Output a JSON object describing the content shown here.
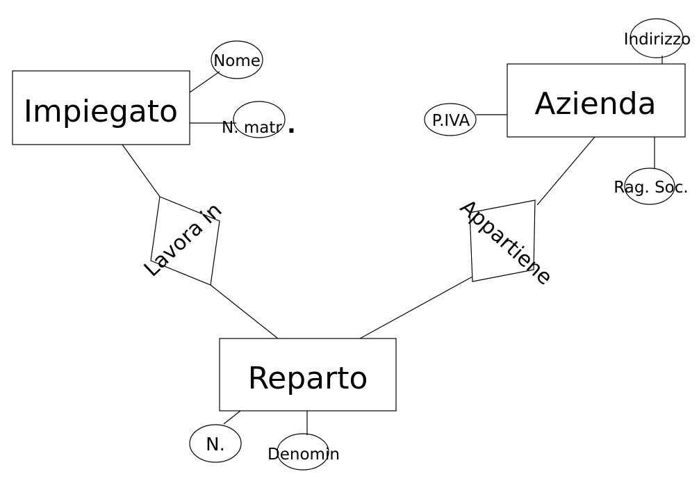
{
  "diagram": {
    "entities": {
      "impiegato": "Impiegato",
      "azienda": "Azienda",
      "reparto": "Reparto"
    },
    "relationships": {
      "lavora_in": "Lavora in",
      "appartiene": "Appartiene"
    },
    "attributes": {
      "nome": "Nome",
      "n_matr": "N. matr",
      "n_matr_dot": ".",
      "indirizzo": "Indirizzo",
      "p_iva": "P.IVA",
      "rag_soc": "Rag. Soc.",
      "n": "N.",
      "denomin": "Denomin"
    }
  }
}
